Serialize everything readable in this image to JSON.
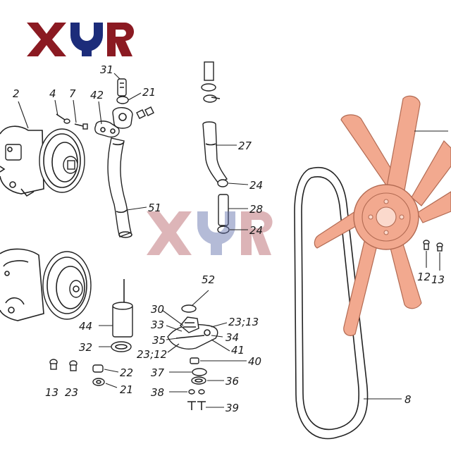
{
  "brand": {
    "logo_text": "XYR",
    "watermark_text": "XYR",
    "logo_red": "#8b1a22",
    "logo_blue": "#1c2c7a",
    "fan_color": "#f2a98f"
  },
  "callouts": [
    {
      "id": "c2",
      "text": "2"
    },
    {
      "id": "c4",
      "text": "4"
    },
    {
      "id": "c7",
      "text": "7"
    },
    {
      "id": "c42",
      "text": "42"
    },
    {
      "id": "c31",
      "text": "31"
    },
    {
      "id": "c21a",
      "text": "21"
    },
    {
      "id": "c27",
      "text": "27"
    },
    {
      "id": "c24a",
      "text": "24"
    },
    {
      "id": "c28",
      "text": "28"
    },
    {
      "id": "c24b",
      "text": "24"
    },
    {
      "id": "c51",
      "text": "51"
    },
    {
      "id": "c52",
      "text": "52"
    },
    {
      "id": "c30",
      "text": "30"
    },
    {
      "id": "c23_13",
      "text": "23;13"
    },
    {
      "id": "c33",
      "text": "33"
    },
    {
      "id": "c34",
      "text": "34"
    },
    {
      "id": "c35",
      "text": "35"
    },
    {
      "id": "c23_12",
      "text": "23;12"
    },
    {
      "id": "c41",
      "text": "41"
    },
    {
      "id": "c44",
      "text": "44"
    },
    {
      "id": "c32",
      "text": "32"
    },
    {
      "id": "c40",
      "text": "40"
    },
    {
      "id": "c22",
      "text": "22"
    },
    {
      "id": "c37",
      "text": "37"
    },
    {
      "id": "c36",
      "text": "36"
    },
    {
      "id": "c21b",
      "text": "21"
    },
    {
      "id": "c38",
      "text": "38"
    },
    {
      "id": "c39",
      "text": "39"
    },
    {
      "id": "c13a",
      "text": "13"
    },
    {
      "id": "c23",
      "text": "23"
    },
    {
      "id": "c12",
      "text": "12"
    },
    {
      "id": "c13b",
      "text": "13"
    },
    {
      "id": "c8",
      "text": "8"
    }
  ]
}
